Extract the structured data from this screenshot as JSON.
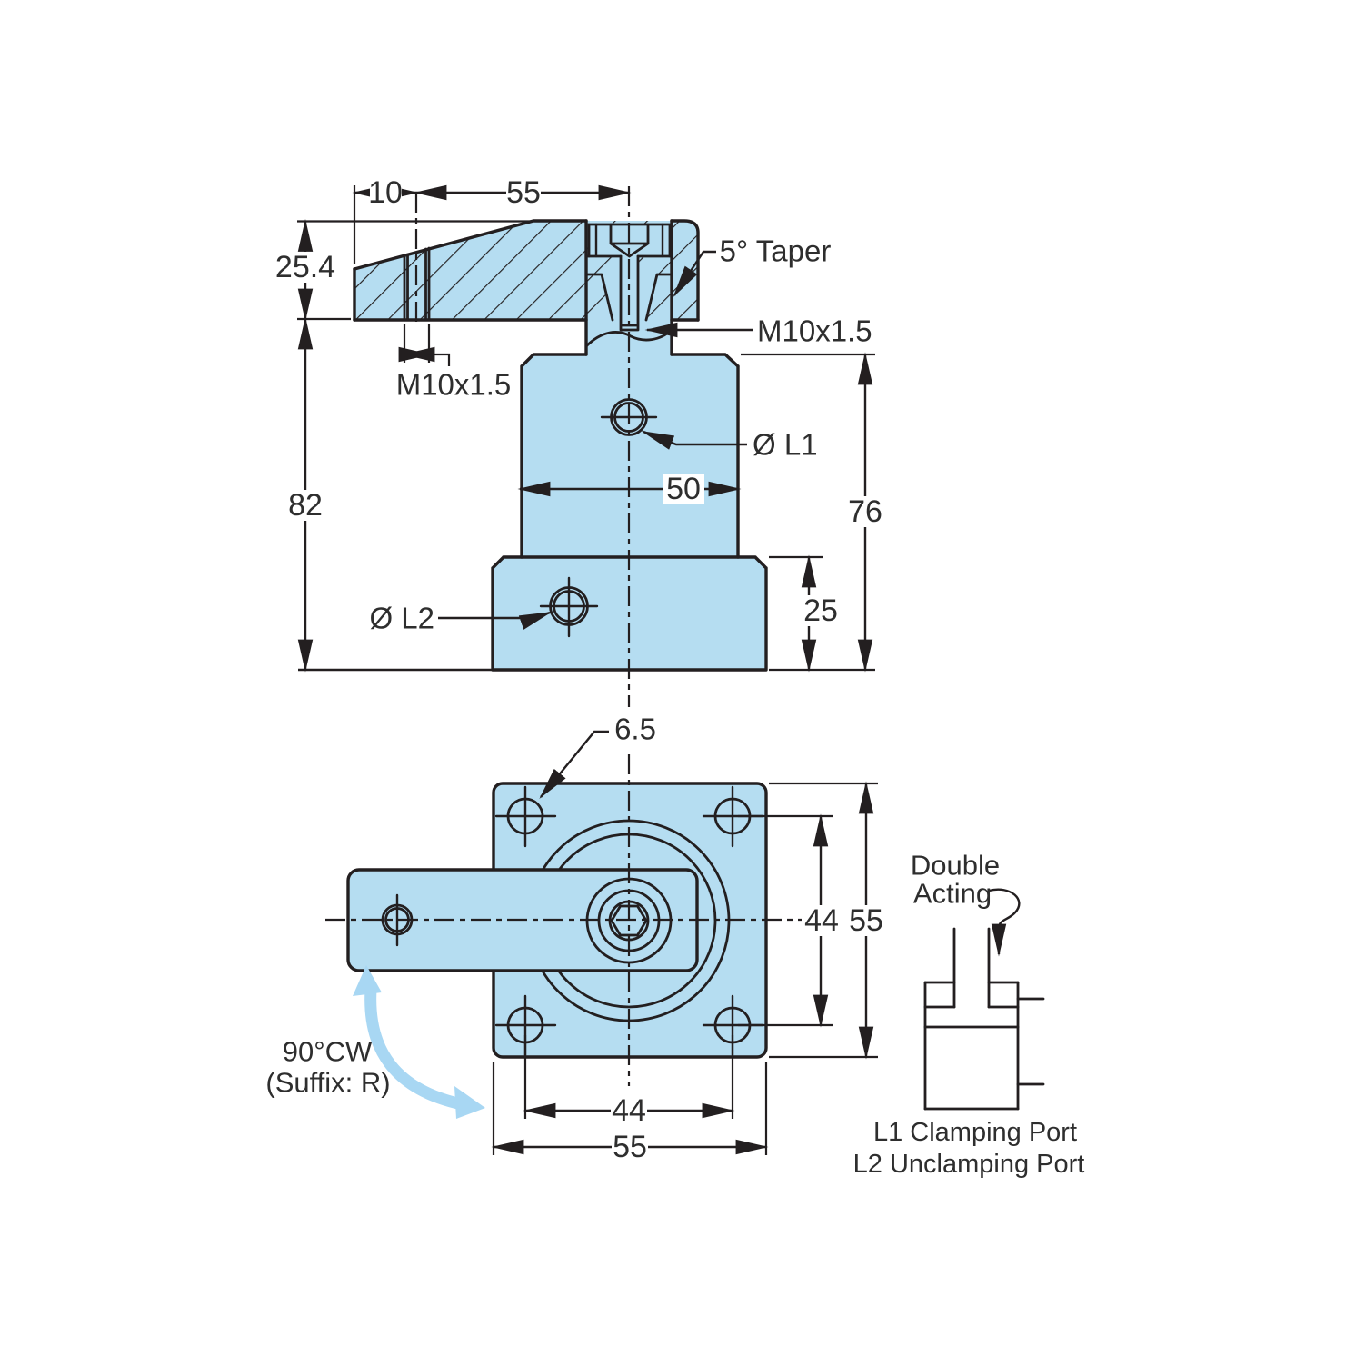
{
  "colors": {
    "part_fill": "#b5ddf1",
    "outline": "#231f20",
    "text": "#2e2e2e",
    "rotation_arrow": "#a8d7f3"
  },
  "front_view": {
    "dims": {
      "arm_hole_offset": "10",
      "arm_length": "55",
      "arm_thickness": "25.4",
      "overall_height": "82",
      "body_width": "50",
      "body_height": "76",
      "flange_height": "25"
    },
    "labels": {
      "arm_thread": "M10x1.5",
      "taper": "5° Taper",
      "rod_thread": "M10x1.5",
      "clamping_port_dia": "Ø L1",
      "unclamping_port_dia": "Ø L2"
    }
  },
  "plan_view": {
    "dims": {
      "mounting_hole_dia": "6.5",
      "bolt_spacing_vertical": "44",
      "flange_size_vertical": "55",
      "bolt_spacing_horizontal": "44",
      "flange_size_horizontal": "55"
    },
    "labels": {
      "rotation": "90°CW",
      "rotation_suffix": "(Suffix: R)"
    }
  },
  "schematic": {
    "label_line1": "Double",
    "label_line2": "Acting",
    "port_note_1": "L1 Clamping Port",
    "port_note_2": "L2 Unclamping Port"
  }
}
